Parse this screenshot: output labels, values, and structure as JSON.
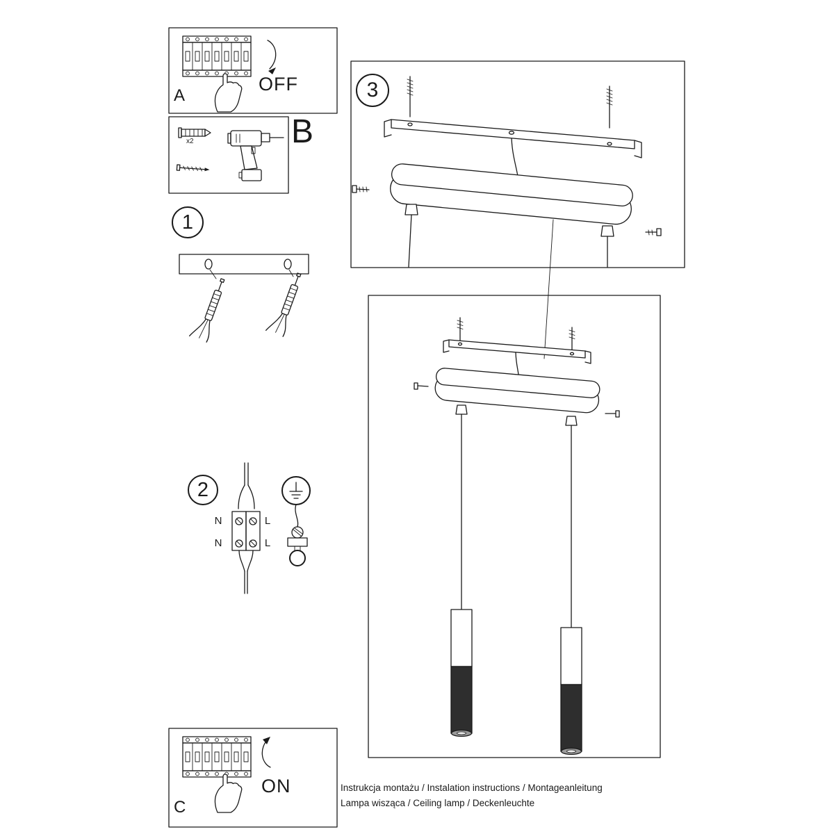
{
  "panel_a": {
    "label": "A",
    "state": "OFF"
  },
  "panel_b": {
    "label": "B",
    "quantity": "x2"
  },
  "panel_c": {
    "label": "C",
    "state": "ON"
  },
  "step_1": {
    "number": "1"
  },
  "step_2": {
    "number": "2",
    "n_top": "N",
    "l_top": "L",
    "n_bottom": "N",
    "l_bottom": "L"
  },
  "step_3": {
    "number": "3"
  },
  "footer": {
    "line1": "Instrukcja montażu / Instalation instructions / Montageanleitung",
    "line2": "Lampa wisząca / Ceiling lamp / Deckenleuchte"
  }
}
